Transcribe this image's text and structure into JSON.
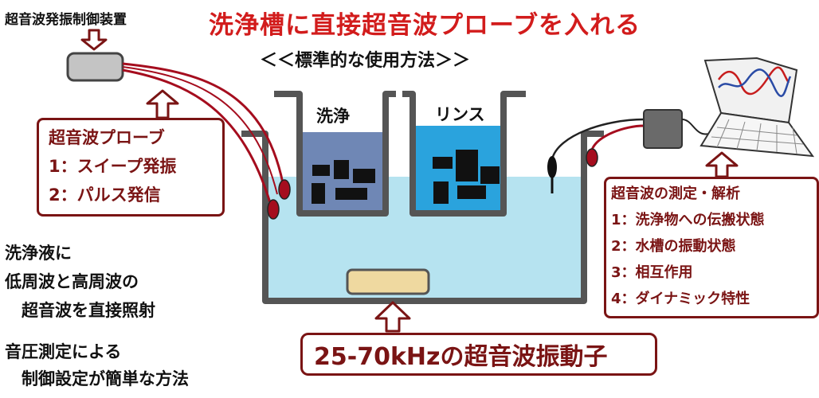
{
  "title": "洗浄槽に直接超音波プローブを入れる",
  "subtitle": "＜＜標準的な使用方法＞＞",
  "device_label": "超音波発振制御装置",
  "probe_box": {
    "lines": [
      "超音波プローブ",
      "1：スイープ発振",
      "2：パルス発信"
    ]
  },
  "analysis_box": {
    "lines": [
      "超音波の測定・解析",
      "1：洗浄物への伝搬状態",
      "2：水槽の振動状態",
      "3：相互作用",
      "4：ダイナミック特性"
    ]
  },
  "left_text": {
    "block1": [
      "洗浄液に",
      "低周波と高周波の",
      "　超音波を直接照射"
    ],
    "block2": [
      "音圧測定による",
      "　制御設定が簡単な方法"
    ]
  },
  "tanks": {
    "wash": "洗浄",
    "rinse": "リンス"
  },
  "transducer_label": "25-70kHzの超音波振動子",
  "colors": {
    "title": "#d21c1c",
    "box_border": "#7a1414",
    "water": "#b6e3f0",
    "wash_liquid": "#6f87b5",
    "rinse_liquid": "#2aa3dd",
    "transducer": "#efd9a0",
    "probe_tip": "#a50d1e"
  }
}
